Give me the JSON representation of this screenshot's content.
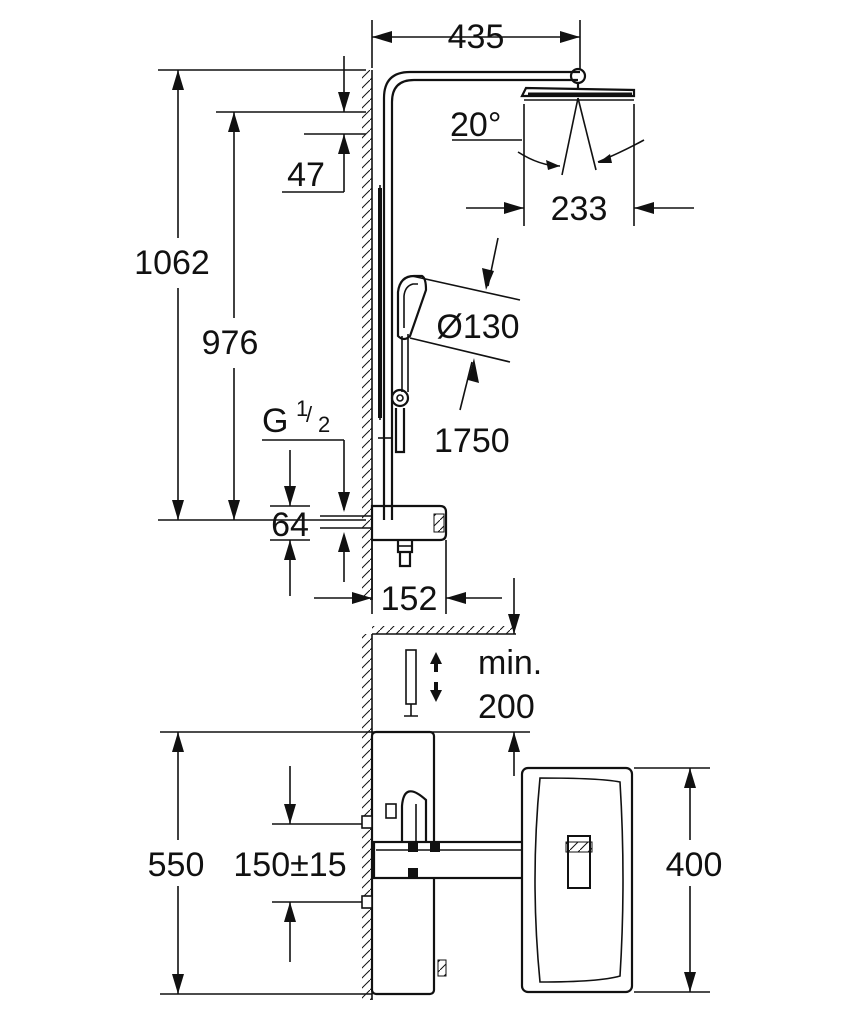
{
  "dimensions": {
    "width_435": "435",
    "angle": "20°",
    "head_233": "233",
    "height_1062": "1062",
    "height_976": "976",
    "offset_47": "47",
    "diameter": "Ø130",
    "hose": "1750",
    "thread_g": "G",
    "thread_num": "1",
    "thread_den": "2",
    "spacing_64": "64",
    "depth_152": "152",
    "min_label": "min.",
    "min_value": "200",
    "height_550": "550",
    "spacing_150": "150±15",
    "width_400": "400"
  },
  "colors": {
    "line": "#111111",
    "background": "#ffffff",
    "fill": "#f7f7f7"
  }
}
